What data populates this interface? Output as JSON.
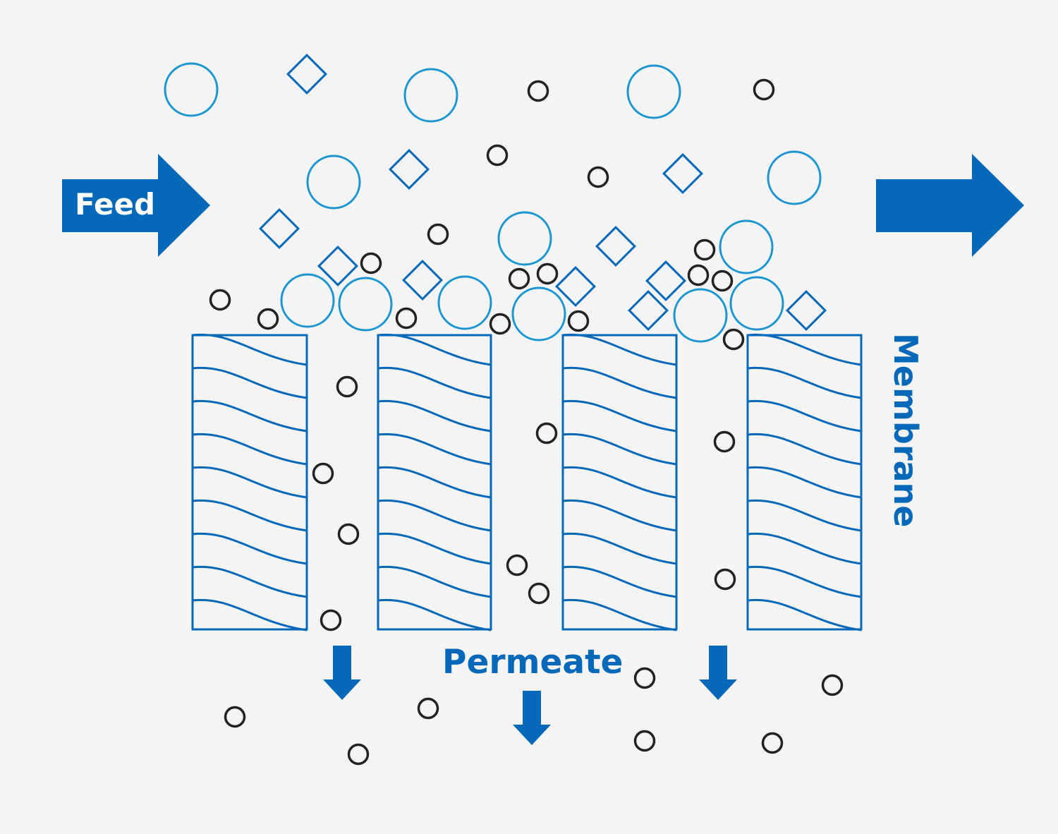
{
  "labels": {
    "feed": "Feed",
    "permeate": "Permeate",
    "membrane": "Membrane"
  },
  "colors": {
    "background": "#f4f4f4",
    "brand_blue": "#0568b9",
    "light_blue": "#1b96d0",
    "particle_dark": "#222222",
    "feed_text": "#ffffff"
  },
  "legend_icons": [
    "large-molecule-icon",
    "medium-molecule-icon",
    "small-molecule-icon"
  ]
}
